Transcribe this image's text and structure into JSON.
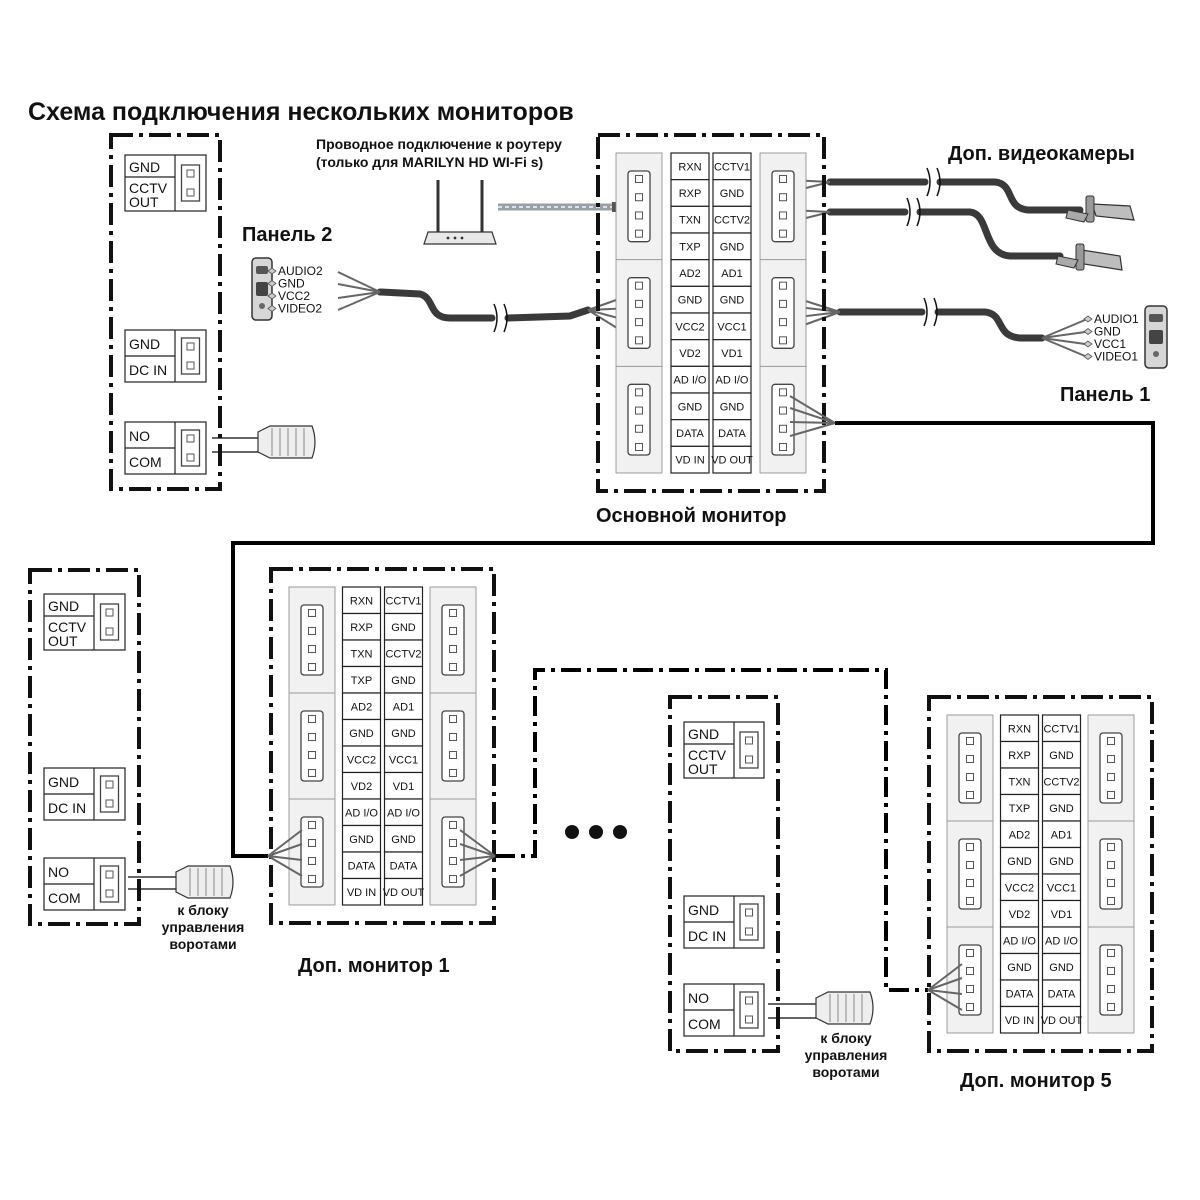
{
  "title": "Схема подключения нескольких мониторов",
  "router_note": {
    "line1": "Проводное подключение к роутеру",
    "line2": "(только для MARILYN HD WI-Fi s)"
  },
  "captions": {
    "main_monitor": "Основной монитор",
    "extra_monitor_1": "Доп. монитор 1",
    "extra_monitor_5": "Доп. монитор 5",
    "extra_cameras": "Доп. видеокамеры",
    "panel_1": "Панель 1",
    "panel_2": "Панель 2"
  },
  "gate_note": [
    "к блоку",
    "управления",
    "воротами"
  ],
  "terminals": {
    "left_col": [
      "RXN",
      "RXP",
      "TXN",
      "TXP",
      "AD2",
      "GND",
      "VCC2",
      "VD2",
      "AD I/O",
      "GND",
      "DATA",
      "VD IN"
    ],
    "right_col": [
      "CCTV1",
      "GND",
      "CCTV2",
      "GND",
      "AD1",
      "GND",
      "VCC1",
      "VD1",
      "AD I/O",
      "GND",
      "DATA",
      "VD OUT"
    ]
  },
  "aux_block": {
    "gnd": "GND",
    "cctv_out_1": "CCTV",
    "cctv_out_2": "OUT",
    "dc_in": "DC IN",
    "no": "NO",
    "com": "COM"
  },
  "panel_2_pins": [
    "AUDIO2",
    "GND",
    "VCC2",
    "VIDEO2"
  ],
  "panel_1_pins": [
    "AUDIO1",
    "GND",
    "VCC1",
    "VIDEO1"
  ],
  "colors": {
    "line": "#111111",
    "cable": "#3a3a3a",
    "panel": "#f1f1f1"
  }
}
